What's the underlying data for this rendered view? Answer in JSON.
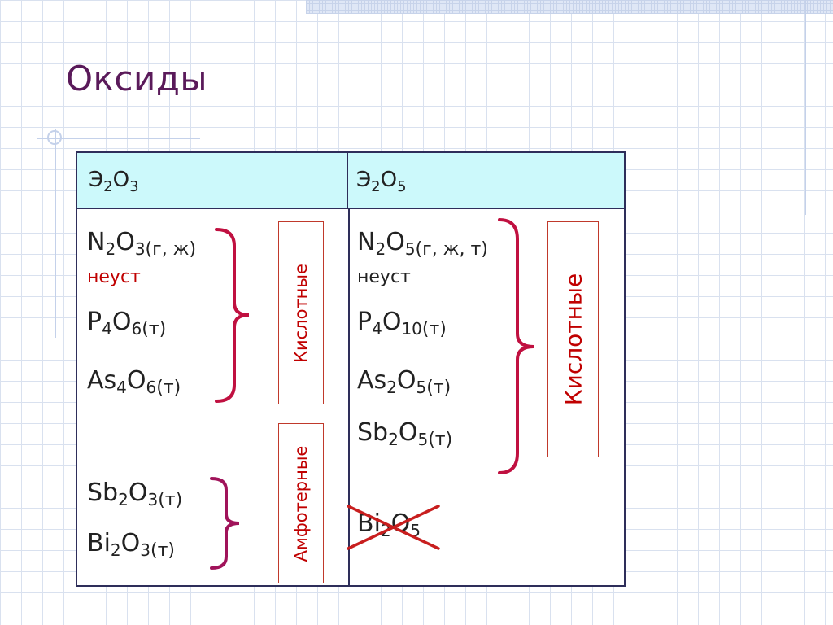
{
  "title": "Оксиды",
  "table": {
    "headers": [
      {
        "symbol": "Э",
        "sub1": "2",
        "o": "O",
        "sub2": "3"
      },
      {
        "symbol": "Э",
        "sub1": "2",
        "o": "O",
        "sub2": "5"
      }
    ],
    "left_column": {
      "n2o3": {
        "el1": "N",
        "sub1": "2",
        "el2": "O",
        "sub2": "3",
        "state": "(г, ж)"
      },
      "n2o3_note": "неуст",
      "p4o6": {
        "el1": "P",
        "sub1": "4",
        "el2": "O",
        "sub2": "6",
        "state": "(т)"
      },
      "as4o6": {
        "el1": "As",
        "sub1": "4",
        "el2": "O",
        "sub2": "6",
        "state": "(т)"
      },
      "sb2o3": {
        "el1": "Sb",
        "sub1": "2",
        "el2": "O",
        "sub2": "3",
        "state": "(т)"
      },
      "bi2o3": {
        "el1": "Bi",
        "sub1": "2",
        "el2": "O",
        "sub2": "3",
        "state": "(т)"
      }
    },
    "right_column": {
      "n2o5": {
        "el1": "N",
        "sub1": "2",
        "el2": "O",
        "sub2": "5",
        "state": "(г, ж, т)"
      },
      "n2o5_note": "неуст",
      "p4o10": {
        "el1": "P",
        "sub1": "4",
        "el2": "O",
        "sub2": "10",
        "state": "(т)"
      },
      "as2o5": {
        "el1": "As",
        "sub1": "2",
        "el2": "O",
        "sub2": "5",
        "state": "(т)"
      },
      "sb2o5": {
        "el1": "Sb",
        "sub1": "2",
        "el2": "O",
        "sub2": "5",
        "state": "(т)"
      },
      "bi2o5": {
        "el1": "Bi",
        "sub1": "2",
        "el2": "O",
        "sub2": "5"
      }
    },
    "labels": {
      "acidic_left": "Кислотные",
      "amphoteric": "Амфотерные",
      "acidic_right": "Кислотные"
    }
  },
  "colors": {
    "title": "#5a1a5a",
    "header_bg": "#ccf9fb",
    "accent_red": "#c00000",
    "brace": "#c01040",
    "border": "#2e2e5a"
  }
}
